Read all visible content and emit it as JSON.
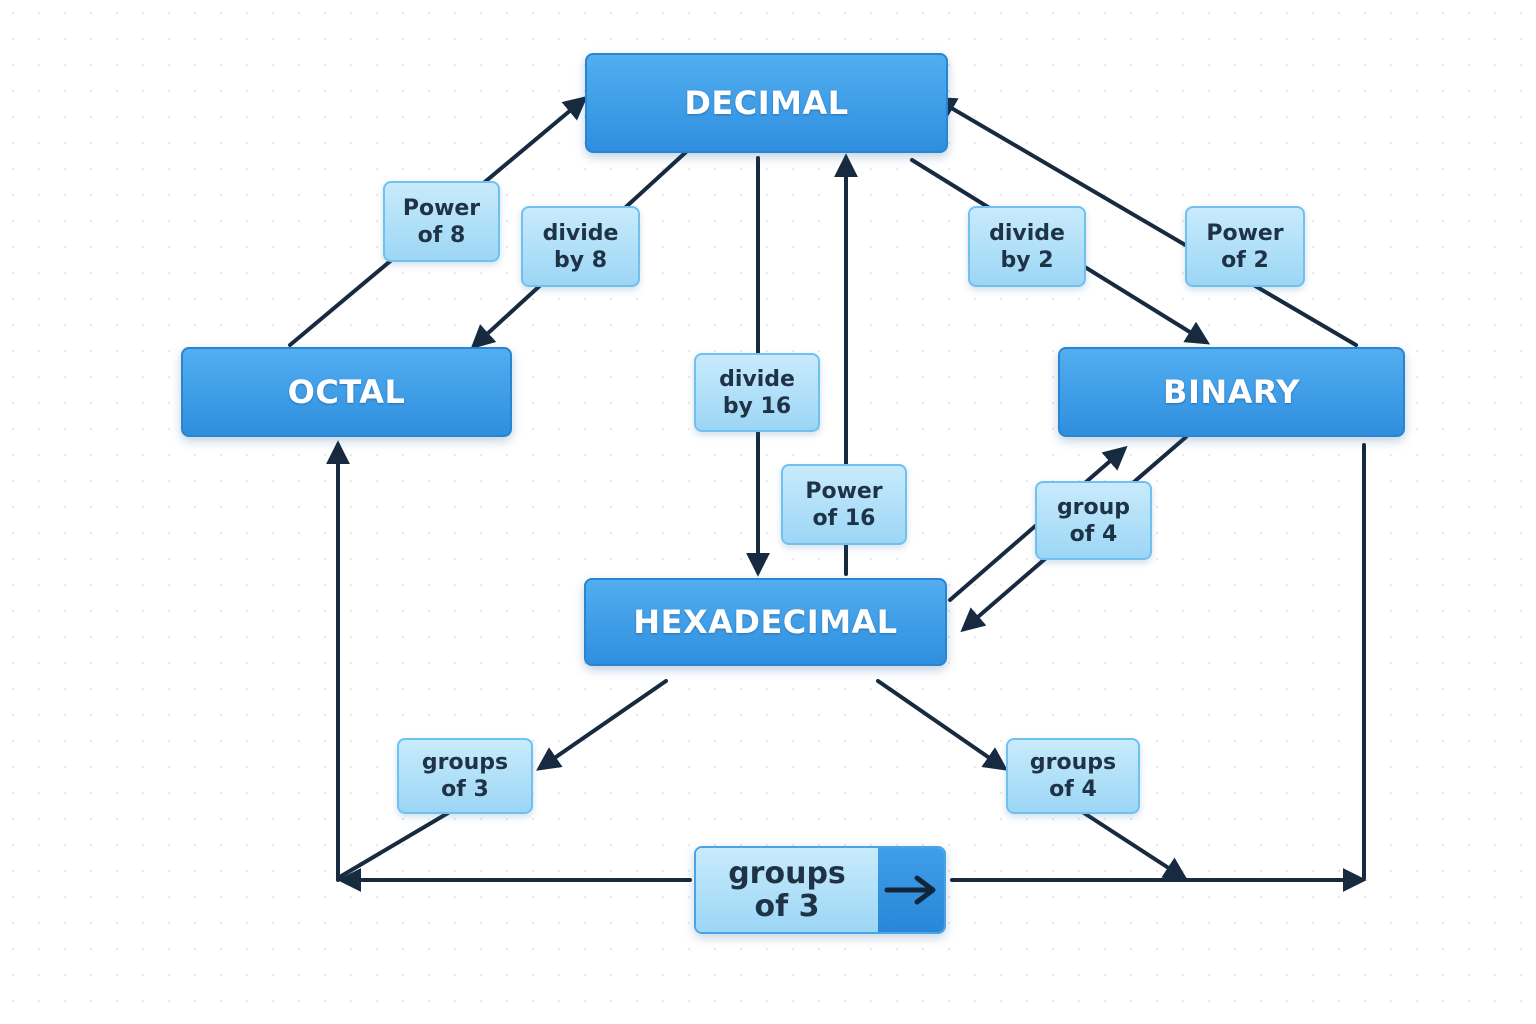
{
  "nodes": {
    "decimal": "DECIMAL",
    "octal": "OCTAL",
    "binary": "BINARY",
    "hexadecimal": "HEXADECIMAL"
  },
  "labels": {
    "power_of_8": "Power\nof 8",
    "divide_by_8": "divide\nby 8",
    "divide_by_2": "divide\nby 2",
    "power_of_2": "Power\nof 2",
    "divide_by_16": "divide\nby 16",
    "power_of_16": "Power\nof 16",
    "group_of_4": "group\nof 4",
    "groups_of_3_left": "groups\nof 3",
    "groups_of_4_right": "groups\nof 4"
  },
  "legend": {
    "text": "groups\nof 3",
    "icon": "right-arrow-icon"
  },
  "colors": {
    "node_fill": "#3a9ae6",
    "label_fill": "#b3e0f8",
    "edge": "#172a3f"
  }
}
